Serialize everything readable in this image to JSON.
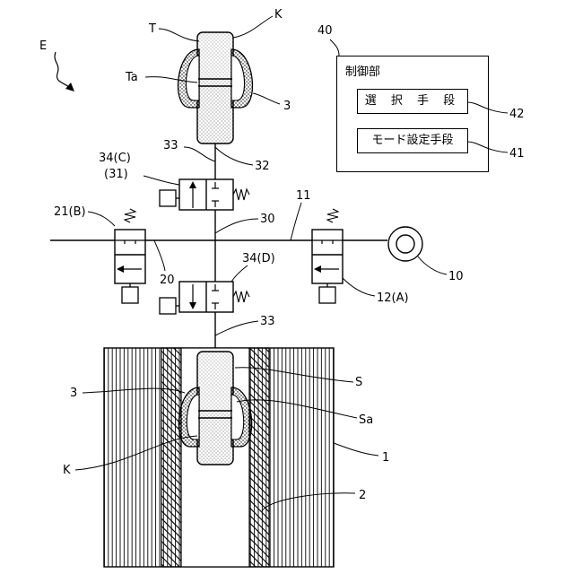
{
  "controller": {
    "ref": "40",
    "title": "制御部",
    "selection_label": "選 択 手 段",
    "selection_ref": "42",
    "mode_label": "モード設定手段",
    "mode_ref": "41"
  },
  "labels": {
    "E": "E",
    "T": "T",
    "K_top": "K",
    "Ta": "Ta",
    "three_top": "3",
    "n33_top": "33",
    "n32": "32",
    "n34C": "34(C)",
    "n31": "(31)",
    "n11": "11",
    "n21B": "21(B)",
    "n30": "30",
    "n20": "20",
    "n34D": "34(D)",
    "n12A": "12(A)",
    "n10": "10",
    "n33_bot": "33",
    "S": "S",
    "three_bot": "3",
    "Sa": "Sa",
    "K_bot": "K",
    "n1": "1",
    "n2": "2"
  }
}
